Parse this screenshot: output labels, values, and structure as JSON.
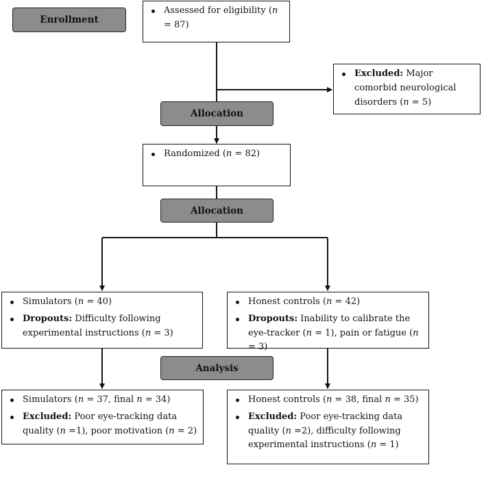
{
  "stages": {
    "enrollment": "Enrollment",
    "allocation_1": "Allocation",
    "allocation_2": "Allocation",
    "analysis": "Analysis"
  },
  "assessed": {
    "text": "Assessed for eligibility (",
    "n_label": "n",
    "value_text": " = 87)"
  },
  "excluded_initial": {
    "bold": "Excluded:",
    "text": " Major comorbid neurological disorders (",
    "n_label": "n",
    "value_text": " = 5)"
  },
  "randomized": {
    "text": "Randomized (",
    "n_label": "n",
    "value_text": " = 82)"
  },
  "left_alloc": {
    "item1": {
      "text": "Simulators (",
      "n_label": "n",
      "value_text": " = 40)"
    },
    "item2": {
      "bold": "Dropouts:",
      "text": " Difficulty following experimental instructions (",
      "n_label": "n",
      "value_text": " = 3)"
    }
  },
  "right_alloc": {
    "item1": {
      "text": "Honest controls (",
      "n_label": "n",
      "value_text": " = 42)"
    },
    "item2": {
      "bold": "Dropouts:",
      "text": " Inability to calibrate the eye-tracker (",
      "n_label": "n",
      "value_text1": " = 1), pain or fatigue (",
      "n_label2": "n",
      "value_text2": " = 3)"
    }
  },
  "left_analysis": {
    "item1": {
      "text": "Simulators (",
      "n_label": "n",
      "value_text": " = 37, final ",
      "n_label2": "n",
      "value_text2": " = 34)"
    },
    "item2": {
      "bold": "Excluded:",
      "text": " Poor eye-tracking data quality (",
      "n_label": "n",
      "value_text1": " =1), poor motivation (",
      "n_label2": "n",
      "value_text2": " = 2)"
    }
  },
  "right_analysis": {
    "item1": {
      "text": "Honest controls (",
      "n_label": "n",
      "value_text": " = 38, final ",
      "n_label2": "n",
      "value_text2": " = 35)"
    },
    "item2": {
      "bold": "Excluded:",
      "text": " Poor eye-tracking data quality (",
      "n_label": "n",
      "value_text1": " =2), difficulty following experimental instructions (",
      "n_label2": "n",
      "value_text2": " = 1)"
    }
  }
}
